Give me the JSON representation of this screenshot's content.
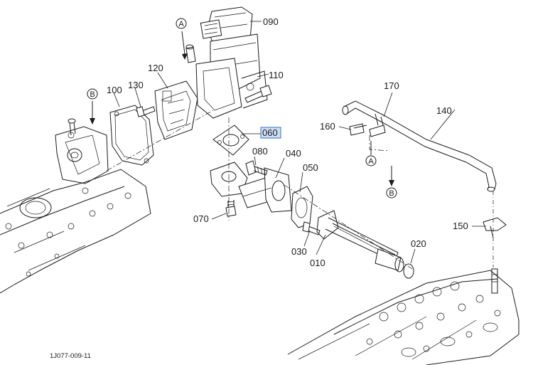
{
  "diagram": {
    "footer_code": "1J077-009-11",
    "selected_part": "060",
    "parts": [
      {
        "id": "090",
        "label": "090"
      },
      {
        "id": "110",
        "label": "110"
      },
      {
        "id": "120",
        "label": "120"
      },
      {
        "id": "100",
        "label": "100"
      },
      {
        "id": "130",
        "label": "130"
      },
      {
        "id": "060",
        "label": "060"
      },
      {
        "id": "080",
        "label": "080"
      },
      {
        "id": "040",
        "label": "040"
      },
      {
        "id": "050",
        "label": "050"
      },
      {
        "id": "070",
        "label": "070"
      },
      {
        "id": "030",
        "label": "030"
      },
      {
        "id": "010",
        "label": "010"
      },
      {
        "id": "020",
        "label": "020"
      },
      {
        "id": "170",
        "label": "170"
      },
      {
        "id": "160",
        "label": "160"
      },
      {
        "id": "140",
        "label": "140"
      },
      {
        "id": "150",
        "label": "150"
      }
    ],
    "callouts": [
      {
        "id": "A",
        "label": "A"
      },
      {
        "id": "B",
        "label": "B"
      },
      {
        "id": "A2",
        "label": "A"
      },
      {
        "id": "B2",
        "label": "B"
      }
    ]
  }
}
